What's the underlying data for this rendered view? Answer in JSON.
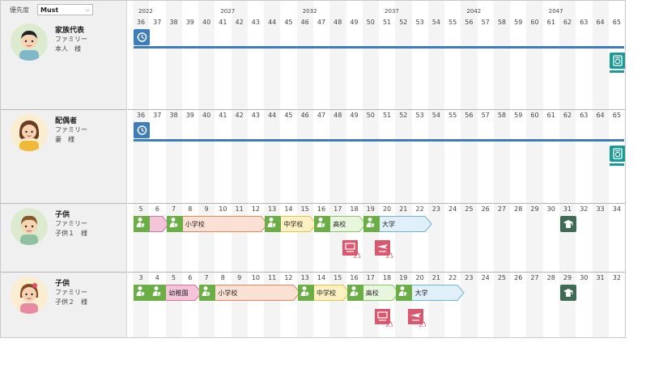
{
  "toolbar": {
    "priority_label": "優先度",
    "priority_value": "Must"
  },
  "years": [
    {
      "label": "2022",
      "col": 0
    },
    {
      "label": "2027",
      "col": 5
    },
    {
      "label": "2032",
      "col": 10
    },
    {
      "label": "2037",
      "col": 15
    },
    {
      "label": "2042",
      "col": 20
    },
    {
      "label": "2047",
      "col": 25
    }
  ],
  "colors": {
    "blue": "#3d7dbb",
    "teal": "#1a9b95",
    "green": "#6aae45",
    "pink": "#d9576f",
    "darkgreen": "#3f6b55"
  },
  "members": [
    {
      "name": "家族代表",
      "type": "ファミリー",
      "relation": "本人　様",
      "avatar": "man-avatar",
      "age_start": 36,
      "events": [
        {
          "icon": "retire-clock-icon",
          "col": 0
        },
        {
          "icon": "pension-icon",
          "col": 29
        }
      ]
    },
    {
      "name": "配偶者",
      "type": "ファミリー",
      "relation": "妻　様",
      "avatar": "woman-avatar",
      "age_start": 36,
      "events": [
        {
          "icon": "retire-clock-icon",
          "col": 0
        },
        {
          "icon": "pension-icon",
          "col": 29
        }
      ]
    },
    {
      "name": "子供",
      "type": "ファミリー",
      "relation": "子供１　様",
      "avatar": "boy-avatar",
      "age_start": 5,
      "education": [
        {
          "label": "",
          "col": 0,
          "span": 2,
          "fill": "#f4c4d8",
          "stroke": "#d86f9e",
          "icons": 1
        },
        {
          "label": "小学校",
          "col": 2,
          "span": 6,
          "fill": "#fbe0d4",
          "stroke": "#e8855a",
          "icons": 1
        },
        {
          "label": "中学校",
          "col": 8,
          "span": 3,
          "fill": "#fdf1c4",
          "stroke": "#e3c348",
          "icons": 1
        },
        {
          "label": "高校",
          "col": 11,
          "span": 3,
          "fill": "#e9f6de",
          "stroke": "#8cc56b",
          "icons": 1
        },
        {
          "label": "大学",
          "col": 14,
          "span": 4,
          "fill": "#dff0f8",
          "stroke": "#6fb3d6",
          "icons": 1
        }
      ],
      "extras": [
        {
          "icon": "school-bag-icon",
          "col": 13
        },
        {
          "icon": "travel-plane-icon",
          "col": 15
        }
      ],
      "end_icon": {
        "icon": "graduate-icon",
        "col": 26
      }
    },
    {
      "name": "子供",
      "type": "ファミリー",
      "relation": "子供２　様",
      "avatar": "girl-avatar",
      "age_start": 3,
      "education": [
        {
          "label": "幼稚園",
          "col": 0,
          "span": 4,
          "fill": "#f4c4d8",
          "stroke": "#d86f9e",
          "icons": 2
        },
        {
          "label": "小学校",
          "col": 4,
          "span": 6,
          "fill": "#fbe0d4",
          "stroke": "#e8855a",
          "icons": 1
        },
        {
          "label": "中学校",
          "col": 10,
          "span": 3,
          "fill": "#fdf1c4",
          "stroke": "#e3c348",
          "icons": 1
        },
        {
          "label": "高校",
          "col": 13,
          "span": 3,
          "fill": "#e9f6de",
          "stroke": "#8cc56b",
          "icons": 1
        },
        {
          "label": "大学",
          "col": 16,
          "span": 4,
          "fill": "#dff0f8",
          "stroke": "#6fb3d6",
          "icons": 1
        }
      ],
      "extras": [
        {
          "icon": "school-bag-icon",
          "col": 15
        },
        {
          "icon": "travel-plane-icon",
          "col": 17
        }
      ],
      "end_icon": {
        "icon": "graduate-icon",
        "col": 26
      }
    }
  ]
}
